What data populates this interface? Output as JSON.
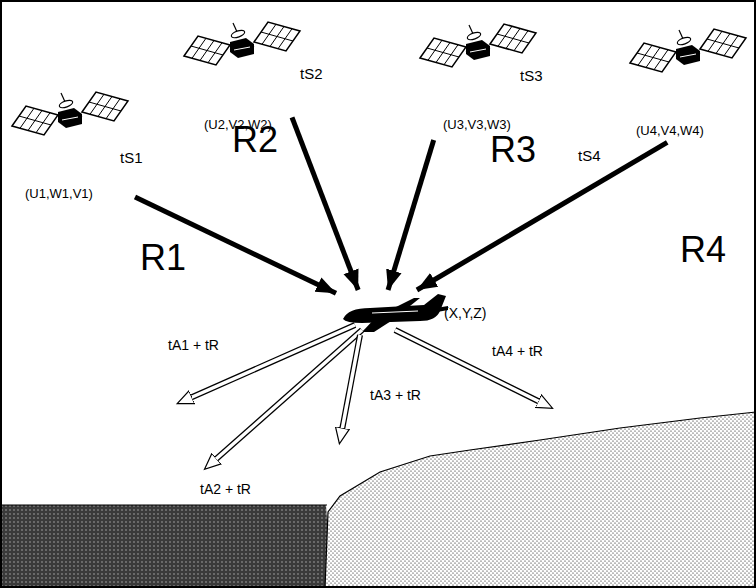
{
  "diagram": {
    "nodes": [
      {
        "text": [
          "(U1,W1,V1)"
        ]
      },
      {
        "text": [
          "(U2,V2,W2)"
        ]
      },
      {
        "text": [
          "(U3,V3,W3)"
        ]
      },
      {
        "text": [
          "(U4,V4,W4)"
        ]
      },
      {
        "text": [
          "(X,Y,Z)"
        ]
      }
    ],
    "edges": [
      {
        "from": 0,
        "to": 4,
        "label": "R1",
        "arrow": "to"
      },
      {
        "from": 1,
        "to": 4,
        "label": "R2",
        "arrow": "to"
      },
      {
        "from": 2,
        "to": 4,
        "label": "R3",
        "arrow": "to"
      },
      {
        "from": 3,
        "to": 4,
        "label": "R4",
        "arrow": "to"
      }
    ],
    "labels": [
      "tS1",
      "tS2",
      "tS3",
      "tS4",
      "tA1 + tR",
      "tA2 + tR",
      "tA3 + tR",
      "tA4 + tR"
    ]
  }
}
